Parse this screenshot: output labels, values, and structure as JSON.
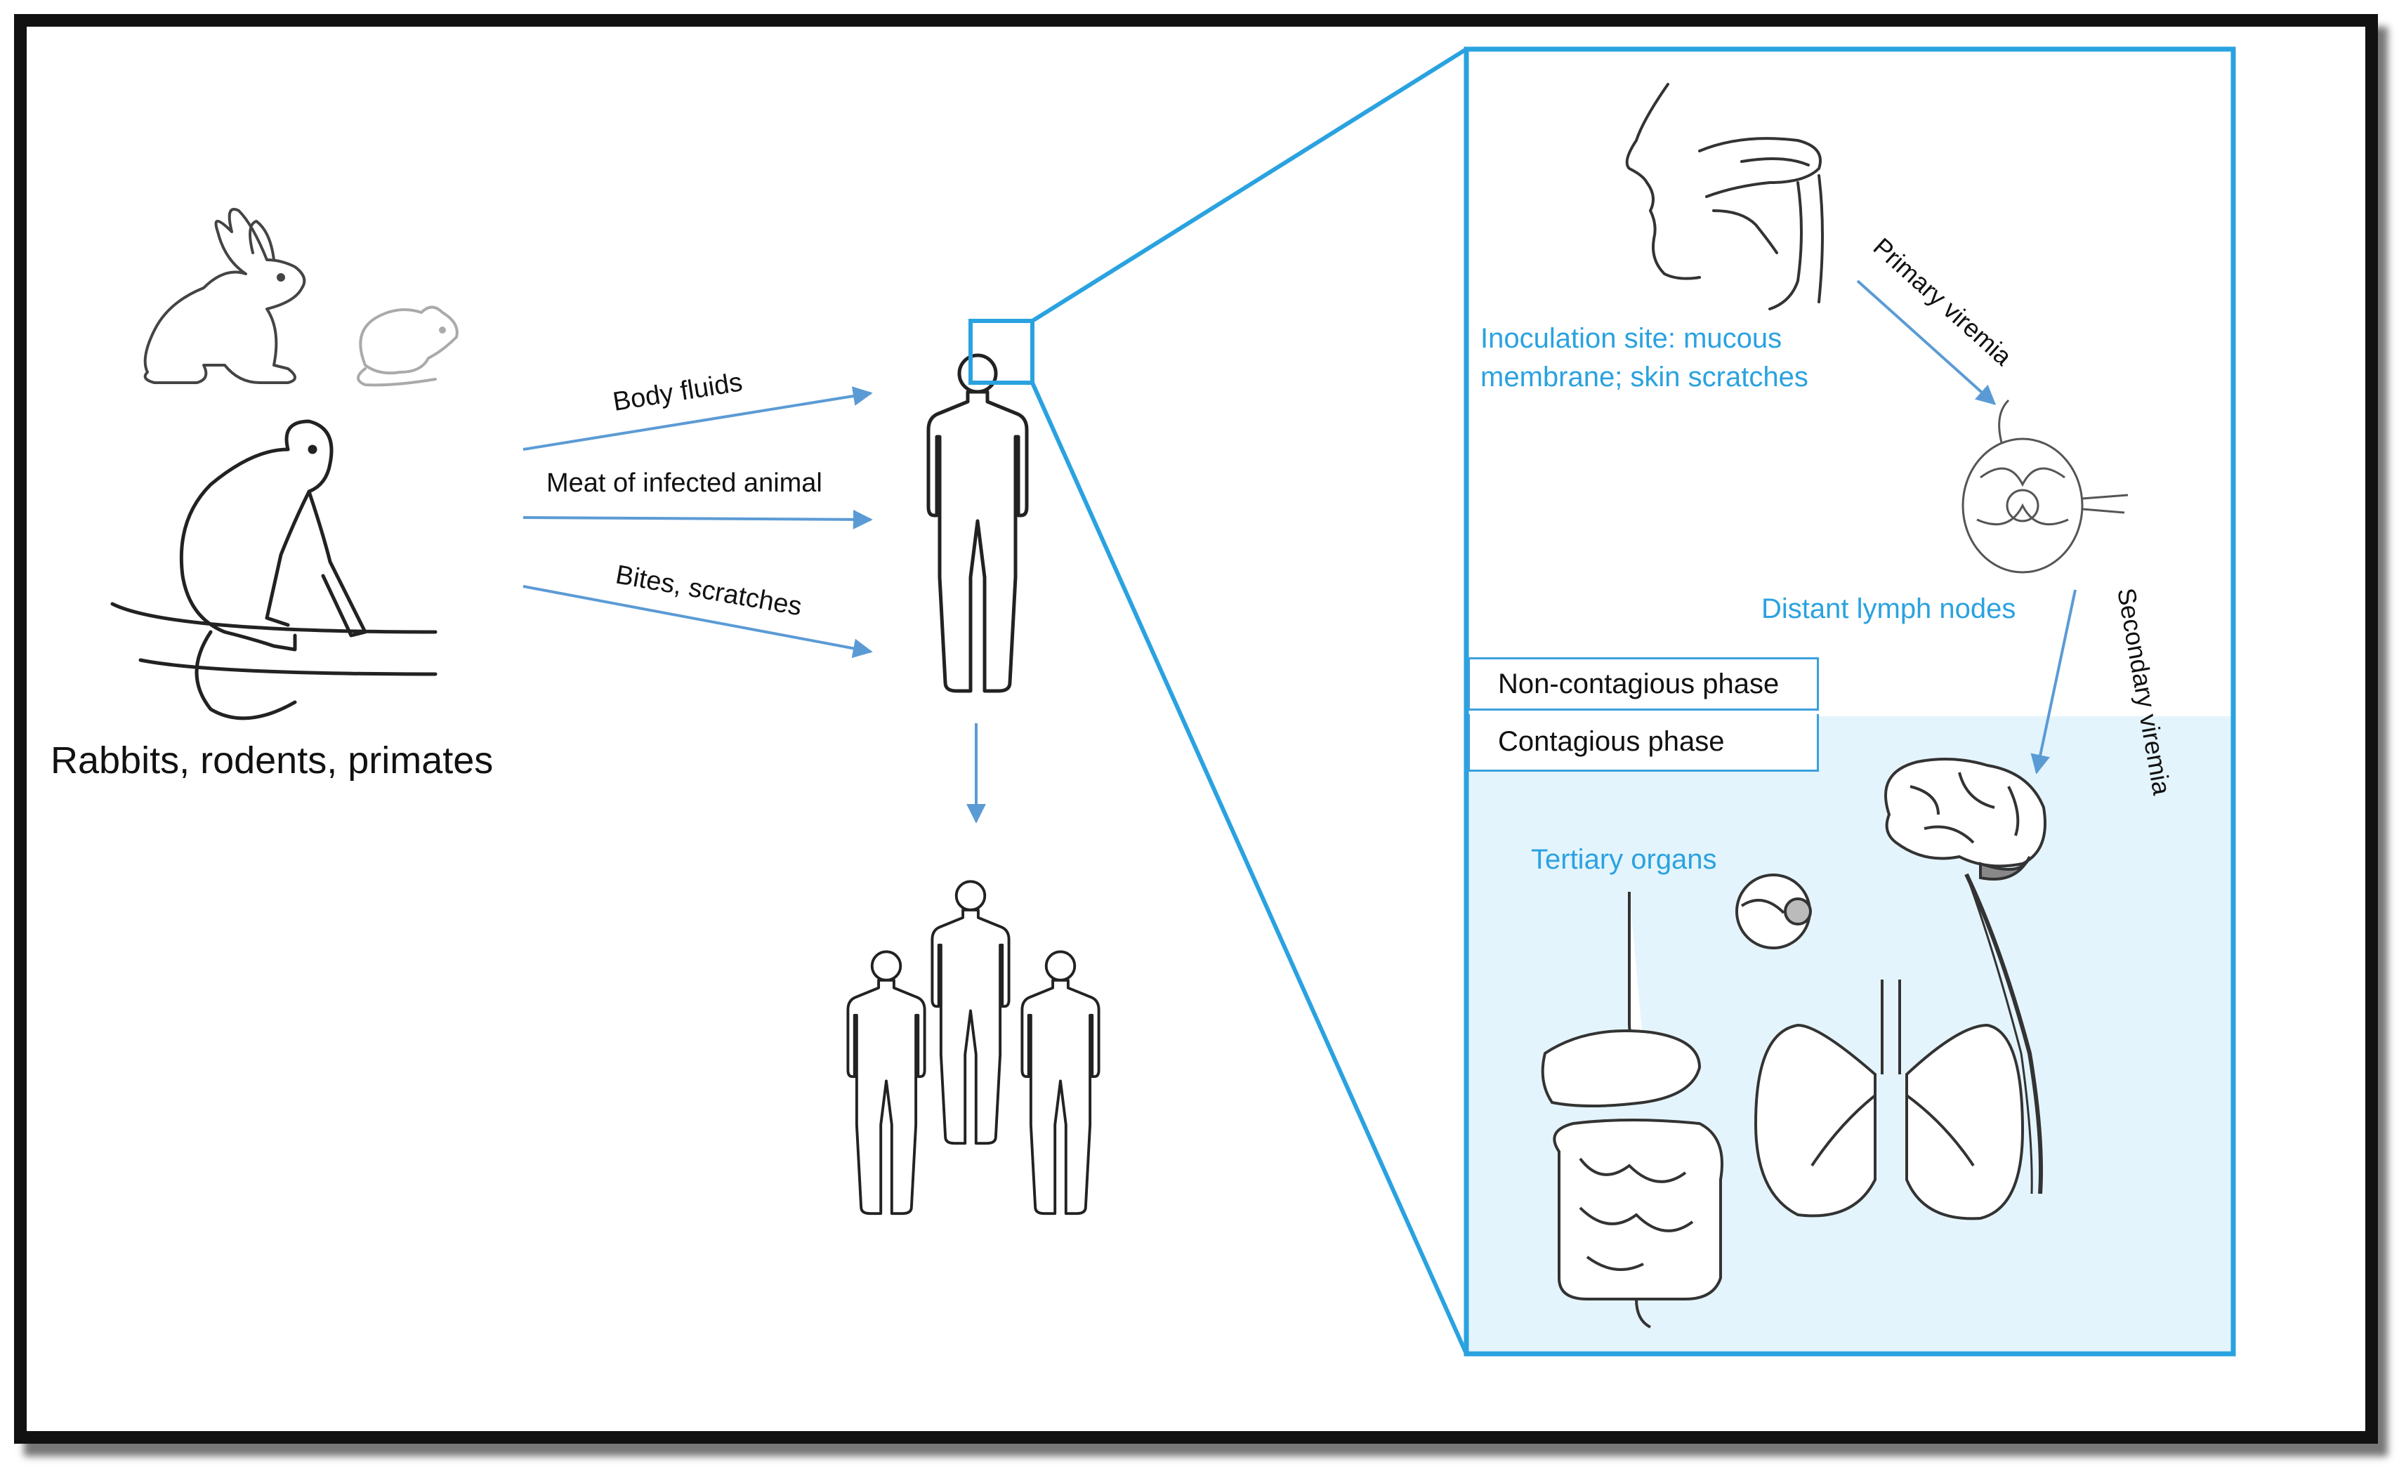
{
  "hosts": {
    "label": "Rabbits, rodents, primates"
  },
  "transmission_routes": [
    {
      "label": "Body fluids"
    },
    {
      "label": "Meat of infected animal"
    },
    {
      "label": "Bites, scratches"
    }
  ],
  "inset": {
    "inoculation_site": {
      "line1": "Inoculation site: mucous",
      "line2": "membrane; skin scratches"
    },
    "primary_viremia": "Primary viremia",
    "distant_lymph_nodes": "Distant lymph nodes",
    "secondary_viremia": "Secondary viremia",
    "tertiary_organs": "Tertiary organs",
    "phases": {
      "non_contagious": "Non-contagious phase",
      "contagious": "Contagious phase"
    }
  },
  "colors": {
    "accent": "#2aa2e0",
    "arrow": "#5b9bd5",
    "contagious_bg": "#e4f4fc",
    "ink": "#222222"
  },
  "icons": [
    "rabbit-icon",
    "mouse-icon",
    "monkey-icon",
    "human-figure-icon",
    "face-profile-icon",
    "lymph-node-icon",
    "brain-icon",
    "eye-icon",
    "lungs-icon",
    "digestive-tract-icon"
  ]
}
